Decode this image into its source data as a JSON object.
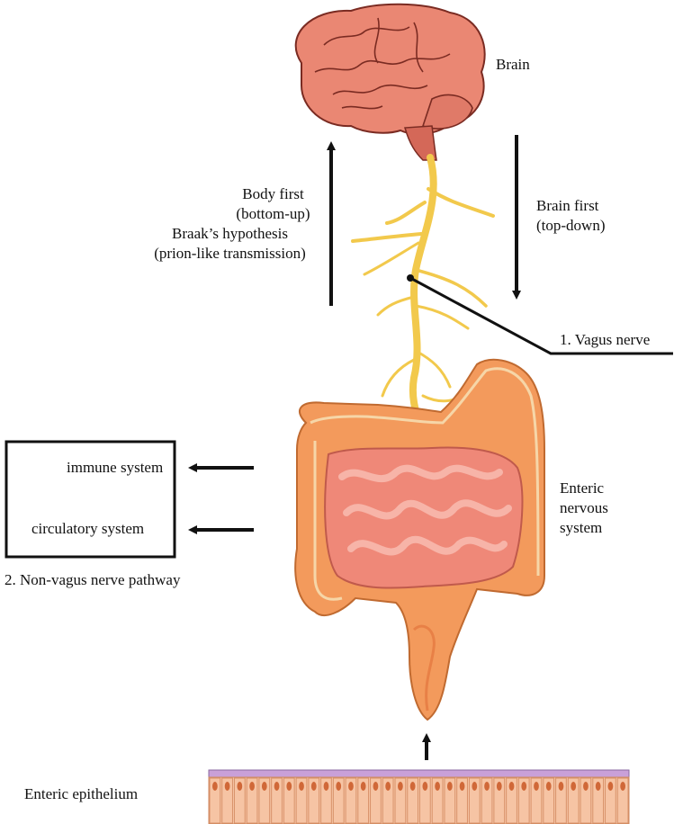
{
  "labels": {
    "brain": "Brain",
    "body_first": [
      "Body first",
      "(bottom-up)",
      "Braak’s hypothesis",
      "(prion-like transmission)"
    ],
    "brain_first": [
      "Brain first",
      "(top-down)"
    ],
    "vagus": "1. Vagus nerve",
    "enteric_ns": [
      "Enteric",
      "nervous",
      "system"
    ],
    "immune": "immune system",
    "circulatory": "circulatory system",
    "non_vagus": "2.  Non-vagus nerve pathway",
    "epithelium": "Enteric epithelium"
  },
  "colors": {
    "brain": "#e8806e",
    "nerve": "#f2c94c",
    "intestine": "#f39a5c",
    "small_intestine": "#ef8878",
    "epithelium_top": "#c9a0d8",
    "cell": "#f6c4a4",
    "nucleus": "#d06838"
  },
  "icons": [
    "brain-illustration",
    "vagus-nerve-illustration",
    "intestine-illustration",
    "epithelium-illustration"
  ]
}
